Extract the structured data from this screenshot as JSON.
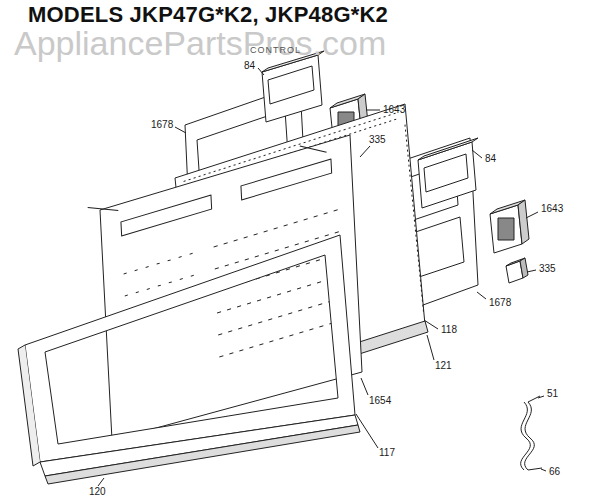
{
  "diagram": {
    "title": "MODELS JKP47G*K2, JKP48G*K2",
    "labels": [
      "AppliancePartsPros.com",
      "CONTROL",
      "84",
      "1643",
      "1678",
      "335",
      "84",
      "1643",
      "335",
      "1678",
      "118",
      "121",
      "1654",
      "117",
      "120",
      "51",
      "66"
    ]
  }
}
